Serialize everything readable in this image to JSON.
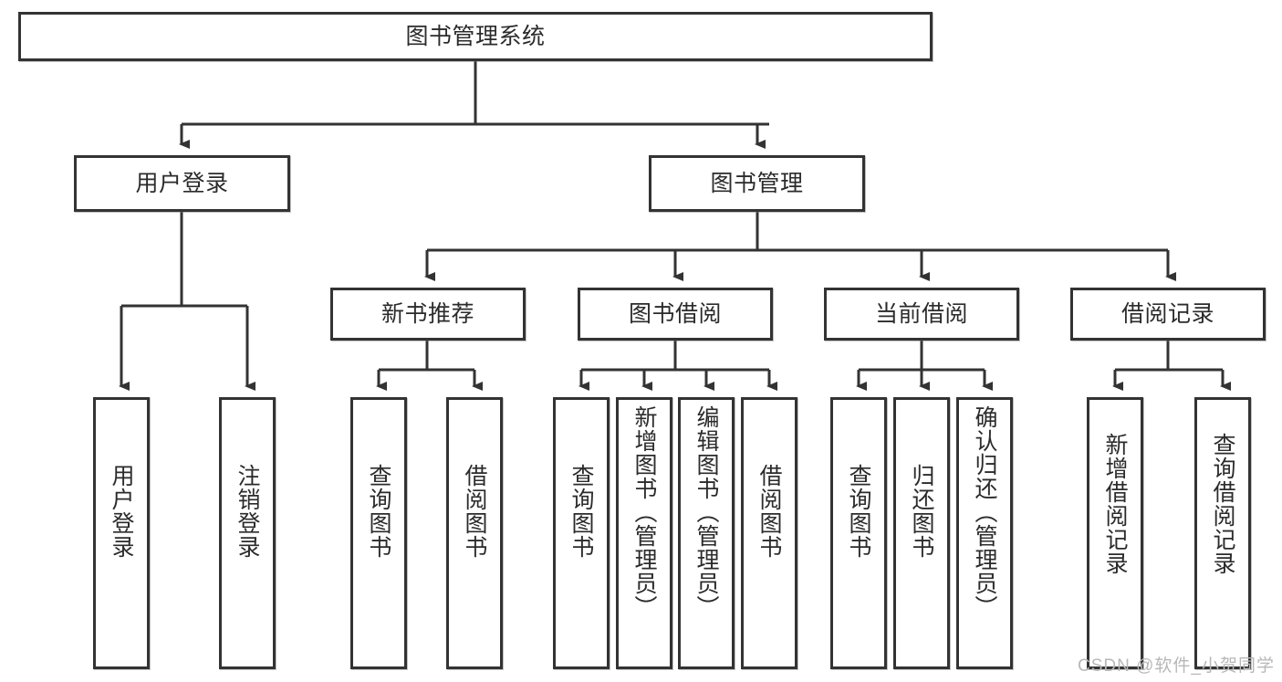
{
  "diagram": {
    "title": "图书管理系统",
    "type": "tree-hierarchy-chart",
    "root": {
      "id": "root",
      "label": "图书管理系统"
    },
    "level2": [
      {
        "id": "user-login",
        "label": "用户登录"
      },
      {
        "id": "book-manage",
        "label": "图书管理"
      }
    ],
    "level3": [
      {
        "id": "new-book-rec",
        "label": "新书推荐"
      },
      {
        "id": "book-borrow",
        "label": "图书借阅"
      },
      {
        "id": "current-borrow",
        "label": "当前借阅"
      },
      {
        "id": "borrow-record",
        "label": "借阅记录"
      }
    ],
    "leaves": {
      "user_login": [
        {
          "id": "leaf-user-login",
          "label": "用户登录"
        },
        {
          "id": "leaf-logout-login",
          "label": "注销登录"
        }
      ],
      "new_book_rec": [
        {
          "id": "leaf-query-book-1",
          "label": "查询图书"
        },
        {
          "id": "leaf-borrow-book-1",
          "label": "借阅图书"
        }
      ],
      "book_borrow": [
        {
          "id": "leaf-query-book-2",
          "label": "查询图书"
        },
        {
          "id": "leaf-add-book",
          "label": "新增图书（管理员）"
        },
        {
          "id": "leaf-edit-book",
          "label": "编辑图书（管理员）"
        },
        {
          "id": "leaf-borrow-book-2",
          "label": "借阅图书"
        }
      ],
      "current_borrow": [
        {
          "id": "leaf-query-book-3",
          "label": "查询图书"
        },
        {
          "id": "leaf-return-book",
          "label": "归还图书"
        },
        {
          "id": "leaf-confirm-return",
          "label": "确认归还（管理员）"
        }
      ],
      "borrow_record": [
        {
          "id": "leaf-add-record",
          "label": "新增借阅记录"
        },
        {
          "id": "leaf-query-record",
          "label": "查询借阅记录"
        }
      ]
    }
  },
  "watermark": {
    "text": "CSDN @软件_小贺同学"
  },
  "colors": {
    "stroke": "#333333",
    "text": "#2b2b2b",
    "background": "#ffffff",
    "watermark": "#b8b8b8"
  }
}
